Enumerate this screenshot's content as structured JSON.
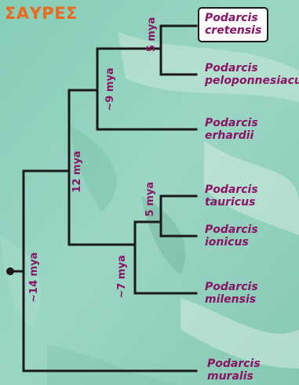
{
  "title": "ΣΑΥΡΕΣ",
  "colors": {
    "title": "#ec6a1c",
    "labels": "#8a1466",
    "lines": "#1a1a1a",
    "background": "#8fd0bd"
  },
  "taxa": [
    {
      "genus": "Podarcis",
      "species": "cretensis",
      "highlighted": true
    },
    {
      "genus": "Podarcis",
      "species": "peloponnesiacus"
    },
    {
      "genus": "Podarcis",
      "species": "erhardii"
    },
    {
      "genus": "Podarcis",
      "species": "tauricus"
    },
    {
      "genus": "Podarcis",
      "species": "ionicus"
    },
    {
      "genus": "Podarcis",
      "species": "milensis"
    },
    {
      "genus": "Podarcis",
      "species": "muralis"
    }
  ],
  "divergence_times": [
    "5 mya",
    "~9 mya",
    "12 mya",
    "5 mya",
    "~7 mya",
    "~14 mya"
  ]
}
